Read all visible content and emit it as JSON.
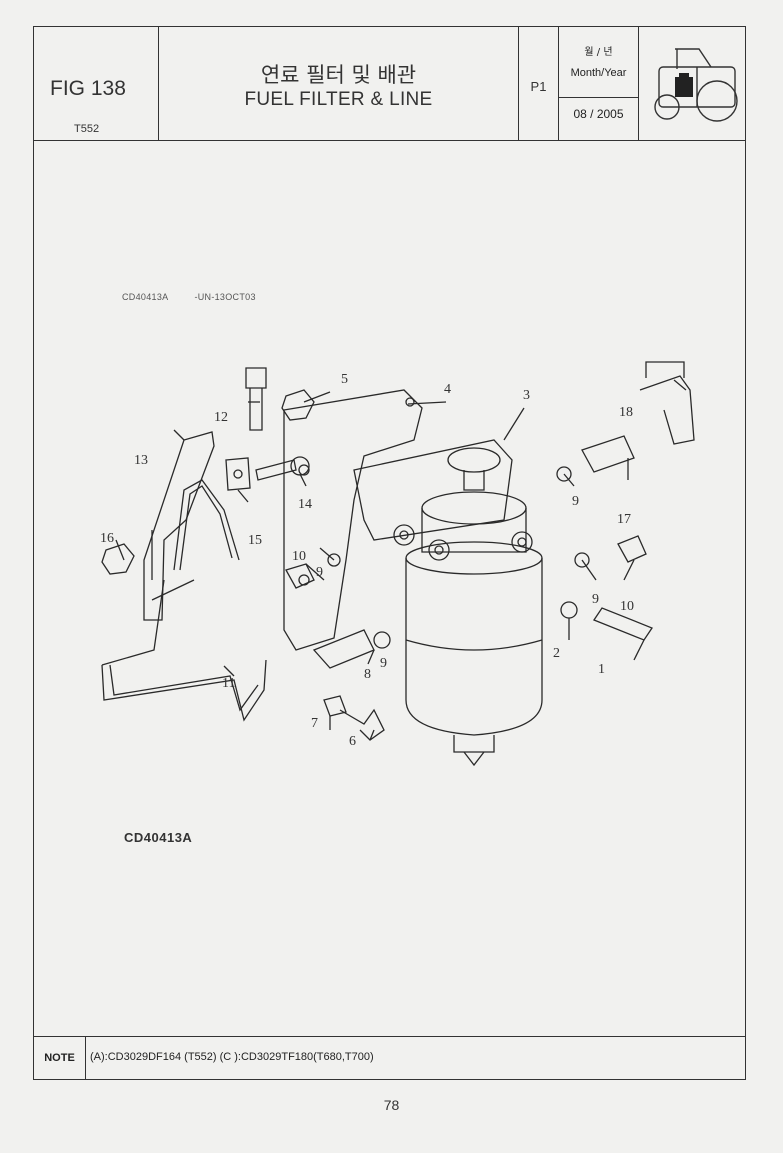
{
  "header": {
    "fig_number": "FIG 138",
    "model": "T552",
    "title_korean": "연료 필터 및 배관",
    "title_english": "FUEL FILTER & LINE",
    "page": "P1",
    "date_label_korean": "월 / 년",
    "date_label_english": "Month/Year",
    "date_value": "08 / 2005"
  },
  "diagram": {
    "ref_code": "CD40413A",
    "ref_date": "-UN-13OCT03",
    "caption": "CD40413A",
    "callouts": [
      "1",
      "2",
      "3",
      "4",
      "5",
      "6",
      "7",
      "8",
      "9",
      "9",
      "9",
      "9",
      "10",
      "10",
      "11",
      "12",
      "13",
      "14",
      "15",
      "16",
      "17",
      "18"
    ]
  },
  "note": {
    "label": "NOTE",
    "text": "(A):CD3029DF164 (T552)  (C ):CD3029TF180(T680,T700)"
  },
  "page_number": "78"
}
